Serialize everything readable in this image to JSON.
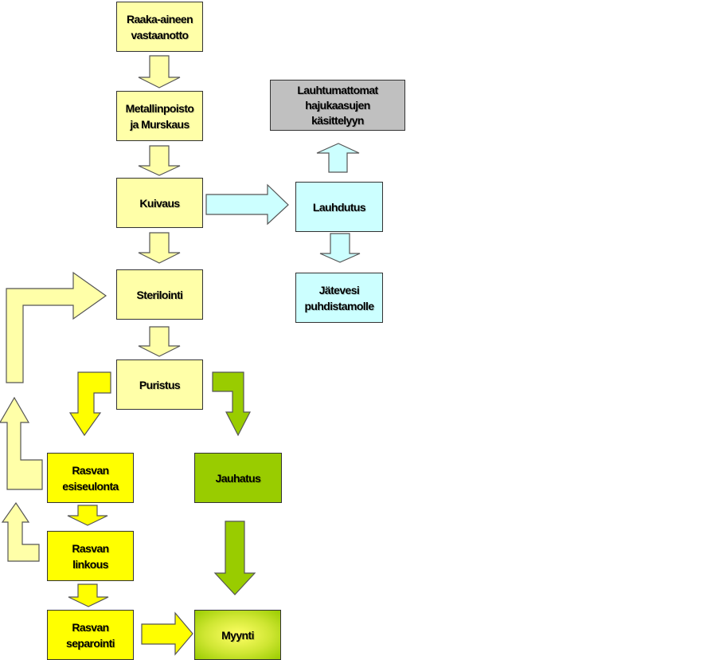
{
  "colors": {
    "pale_yellow": "#ffffa8",
    "yellow": "#ffff00",
    "light_cyan": "#ccffff",
    "gray": "#c0c0c0",
    "olive_green": "#99cc00",
    "myynti_gradient_center": "#ffff66"
  },
  "boxes": {
    "raaka_aineen_vastaanotto": "Raaka-aineen\nvastaanotto",
    "metallinpoisto_ja_murskaus": "Metallinpoisto\nja Murskaus",
    "kuivaus": "Kuivaus",
    "sterilointi": "Sterilointi",
    "puristus": "Puristus",
    "rasvan_esiseulonta": "Rasvan\nesiseulonta",
    "rasvan_linkous": "Rasvan\nlinkous",
    "rasvan_separointi": "Rasvan\nseparointi",
    "jauhatus": "Jauhatus",
    "myynti": "Myynti",
    "lauhdutus": "Lauhdutus",
    "lauhtumattomat_hajukaasujen_kasittelyyn": "Lauhtumattomat\nhajukaasujen\nkäsittelyyn",
    "jatevesi_puhdistamolle": "Jätevesi\npuhdistamolle"
  }
}
